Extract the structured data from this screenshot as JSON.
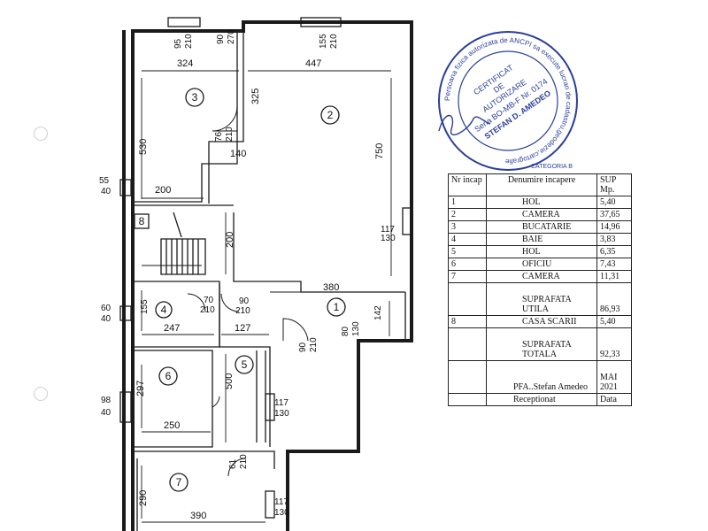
{
  "rooms": {
    "r1": "1",
    "r2": "2",
    "r3": "3",
    "r4": "4",
    "r5": "5",
    "r6": "6",
    "r7": "7",
    "r8": "8"
  },
  "dims": {
    "d324": "324",
    "d447": "447",
    "d95": "95",
    "d210a": "210",
    "d90a": "90",
    "d270a": "270",
    "d155a": "155",
    "d210b": "210",
    "d325": "325",
    "d76": "76",
    "d210c": "210",
    "d140": "140",
    "d750": "750",
    "d530": "530",
    "d55": "55",
    "d40a": "40",
    "d200a": "200",
    "d200b": "200",
    "d117a": "117",
    "d130a": "130",
    "d380": "380",
    "d60": "60",
    "d40b": "40",
    "d155b": "155",
    "d70": "70",
    "d210d": "210",
    "d90b": "90",
    "d210e": "210",
    "d142": "142",
    "d247": "247",
    "d127": "127",
    "d90c": "90",
    "d210f": "210",
    "d80": "80",
    "d130b": "130",
    "d297": "297",
    "d500": "500",
    "d98": "98",
    "d40c": "40",
    "d117b": "117",
    "d130c": "130",
    "d250": "250",
    "d61": "61",
    "d210g": "210",
    "d290": "290",
    "d117c": "117",
    "d130d": "130",
    "d390": "390"
  },
  "stamp": {
    "ring": "Persoana fizica autorizata de ANCPI sa execute lucrari de cadastru,geodezie,cartografie",
    "line1": "CERTIFICAT",
    "line2": "DE",
    "line3": "AUTORIZARE",
    "line4": "Seria BO-MB-F Nr. 0174",
    "line5": "STEFAN D. AMEDEO",
    "category": "CATEGORIA B"
  },
  "table": {
    "header": {
      "nr": "Nr incap",
      "name": "Denumire incapere",
      "sup": "SUP Mp."
    },
    "rows": [
      {
        "nr": "1",
        "name": "HOL",
        "sup": "5,40"
      },
      {
        "nr": "2",
        "name": "CAMERA",
        "sup": "37,65"
      },
      {
        "nr": "3",
        "name": "BUCATARIE",
        "sup": "14,96"
      },
      {
        "nr": "4",
        "name": "BAIE",
        "sup": "3,83"
      },
      {
        "nr": "5",
        "name": "HOL",
        "sup": "6,35"
      },
      {
        "nr": "6",
        "name": "OFICIU",
        "sup": "7,43"
      },
      {
        "nr": "7",
        "name": "CAMERA",
        "sup": "11,31"
      }
    ],
    "utila": {
      "name": "SUPRAFATA UTILA",
      "sup": "86,93"
    },
    "row8": {
      "nr": "8",
      "name": "CASA SCARII",
      "sup": "5,40"
    },
    "totala": {
      "name": "SUPRAFATA TOTALA",
      "sup": "92,33"
    },
    "author": {
      "name": "PFA..Stefan Amedeo",
      "date": "MAI 2021"
    },
    "receptionat": {
      "name": "Receptionat",
      "date": "Data"
    }
  }
}
